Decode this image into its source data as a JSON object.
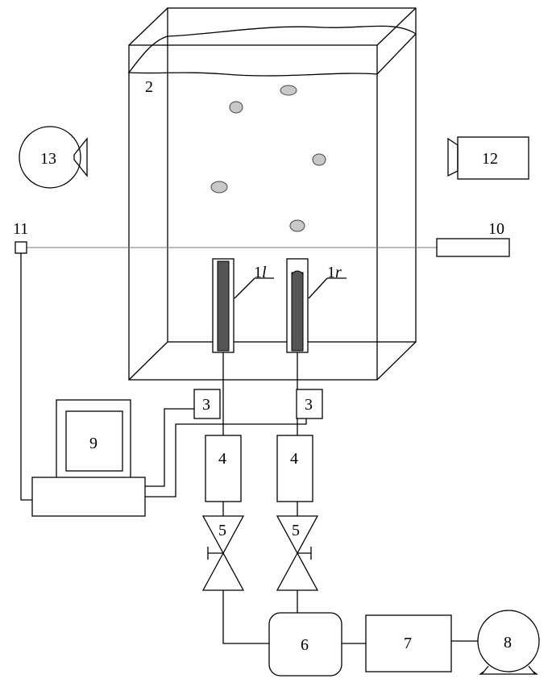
{
  "labels": {
    "tank": "2",
    "monitor": "9",
    "camera_left": "13",
    "camera_right": "12",
    "laser_source": "10",
    "photodetector": "11",
    "needle_left_number": "1",
    "needle_left_sub": "l",
    "needle_right_number": "1",
    "needle_right_sub": "r",
    "sensor_left": "3",
    "sensor_right": "3",
    "chamber_left": "4",
    "chamber_right": "4",
    "valve_left": "5",
    "valve_right": "5",
    "mixer": "6",
    "regulator": "7",
    "compressor": "8"
  },
  "colors": {
    "line": "#000000",
    "bubble_fill": "#c8c8c8",
    "needle_fill": "#555555",
    "laser_beam": "#777777"
  }
}
